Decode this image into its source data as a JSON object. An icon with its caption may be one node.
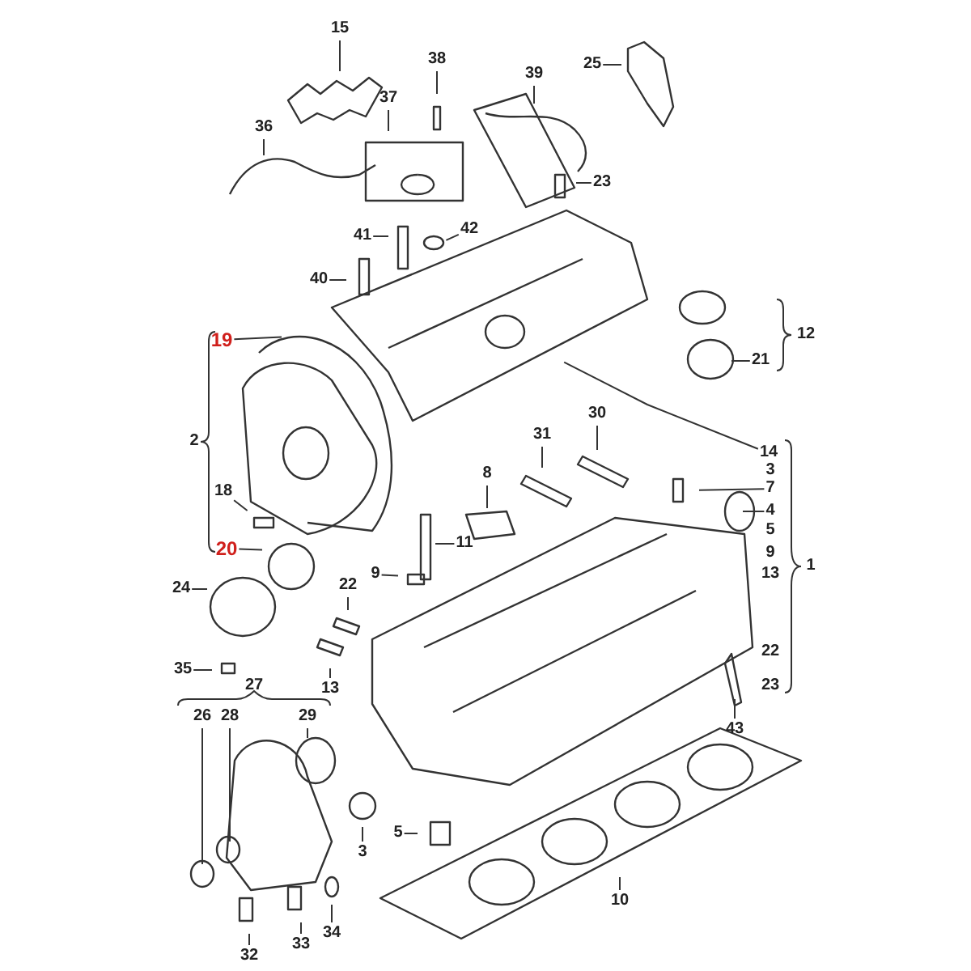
{
  "diagram": {
    "nodes": [
      {
        "text": [
          "15"
        ]
      },
      {
        "text": [
          "38"
        ]
      },
      {
        "text": [
          "39"
        ]
      },
      {
        "text": [
          "25"
        ]
      },
      {
        "text": [
          "36"
        ]
      },
      {
        "text": [
          "37"
        ]
      },
      {
        "text": [
          "23"
        ]
      },
      {
        "text": [
          "41"
        ]
      },
      {
        "text": [
          "42"
        ]
      },
      {
        "text": [
          "40"
        ]
      },
      {
        "text": [
          "19"
        ]
      },
      {
        "text": [
          "21"
        ]
      },
      {
        "text": [
          "14"
        ]
      },
      {
        "text": [
          "30"
        ]
      },
      {
        "text": [
          "31"
        ]
      },
      {
        "text": [
          "8"
        ]
      },
      {
        "text": [
          "7"
        ]
      },
      {
        "text": [
          "4"
        ]
      },
      {
        "text": [
          "18"
        ]
      },
      {
        "text": [
          "11"
        ]
      },
      {
        "text": [
          "20"
        ]
      },
      {
        "text": [
          "9"
        ]
      },
      {
        "text": [
          "22"
        ]
      },
      {
        "text": [
          "24"
        ]
      },
      {
        "text": [
          "35"
        ]
      },
      {
        "text": [
          "13"
        ]
      },
      {
        "text": [
          "26"
        ]
      },
      {
        "text": [
          "28"
        ]
      },
      {
        "text": [
          "29"
        ]
      },
      {
        "text": [
          "43"
        ]
      },
      {
        "text": [
          "5"
        ]
      },
      {
        "text": [
          "3"
        ]
      },
      {
        "text": [
          "10"
        ]
      },
      {
        "text": [
          "32"
        ]
      },
      {
        "text": [
          "33"
        ]
      },
      {
        "text": [
          "34"
        ]
      }
    ],
    "edges": [
      {
        "from": 0,
        "to": null,
        "arrow": "none"
      },
      {
        "from": 1,
        "to": null,
        "arrow": "none"
      },
      {
        "from": 2,
        "to": null,
        "arrow": "none"
      },
      {
        "from": 3,
        "to": null,
        "arrow": "none"
      },
      {
        "from": 4,
        "to": null,
        "arrow": "none"
      },
      {
        "from": 5,
        "to": null,
        "arrow": "none"
      },
      {
        "from": 6,
        "to": null,
        "arrow": "none"
      },
      {
        "from": 7,
        "to": null,
        "arrow": "none"
      },
      {
        "from": 8,
        "to": null,
        "arrow": "none"
      },
      {
        "from": 9,
        "to": null,
        "arrow": "none"
      },
      {
        "from": 10,
        "to": null,
        "arrow": "none"
      },
      {
        "from": 11,
        "to": null,
        "arrow": "none"
      },
      {
        "from": 12,
        "to": null,
        "arrow": "none"
      },
      {
        "from": 13,
        "to": null,
        "arrow": "none"
      },
      {
        "from": 14,
        "to": null,
        "arrow": "none"
      },
      {
        "from": 15,
        "to": null,
        "arrow": "none"
      },
      {
        "from": 16,
        "to": null,
        "arrow": "none"
      },
      {
        "from": 17,
        "to": null,
        "arrow": "none"
      },
      {
        "from": 18,
        "to": null,
        "arrow": "none"
      },
      {
        "from": 19,
        "to": null,
        "arrow": "none"
      },
      {
        "from": 20,
        "to": null,
        "arrow": "none"
      },
      {
        "from": 21,
        "to": null,
        "arrow": "none"
      },
      {
        "from": 22,
        "to": null,
        "arrow": "none"
      },
      {
        "from": 23,
        "to": null,
        "arrow": "none"
      },
      {
        "from": 24,
        "to": null,
        "arrow": "none"
      },
      {
        "from": 25,
        "to": null,
        "arrow": "none"
      },
      {
        "from": 26,
        "to": null,
        "arrow": "none"
      },
      {
        "from": 27,
        "to": null,
        "arrow": "none"
      },
      {
        "from": 28,
        "to": null,
        "arrow": "none"
      },
      {
        "from": 29,
        "to": null,
        "arrow": "none"
      },
      {
        "from": 30,
        "to": null,
        "arrow": "none"
      },
      {
        "from": 31,
        "to": null,
        "arrow": "none"
      },
      {
        "from": 32,
        "to": null,
        "arrow": "none"
      },
      {
        "from": 33,
        "to": null,
        "arrow": "none"
      },
      {
        "from": 34,
        "to": null,
        "arrow": "none"
      },
      {
        "from": 35,
        "to": null,
        "arrow": "none"
      }
    ],
    "labels": [
      "12",
      "2",
      "27",
      "3",
      "5",
      "9",
      "13",
      "1",
      "22",
      "23"
    ]
  }
}
